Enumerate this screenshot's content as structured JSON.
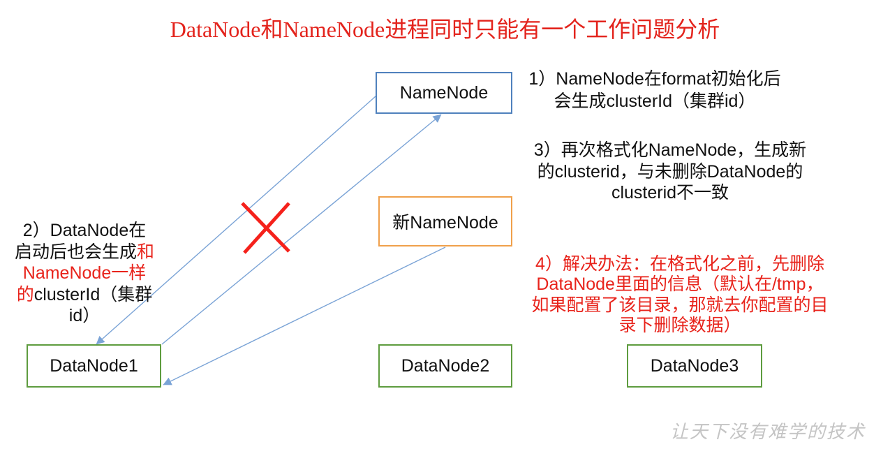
{
  "title": "DataNode和NameNode进程同时只能有一个工作问题分析",
  "nodes": {
    "namenode": "NameNode",
    "new_namenode": "新NameNode",
    "datanode1": "DataNode1",
    "datanode2": "DataNode2",
    "datanode3": "DataNode3"
  },
  "note1": {
    "lines": [
      "1）NameNode在format初始化后",
      "会生成clusterId（集群id）"
    ]
  },
  "note2": {
    "lines": [
      [
        "2）DataNode在"
      ],
      [
        "启动后也会生成",
        "和"
      ],
      [
        "NameNode一样"
      ],
      [
        "的",
        "clusterId（集群"
      ],
      [
        "id）"
      ]
    ]
  },
  "note3": {
    "lines": [
      "3）再次格式化NameNode，生成新",
      "的clusterid，与未删除DataNode的",
      "clusterid不一致"
    ]
  },
  "note4": {
    "lines": [
      "4）解决办法：在格式化之前，先删除",
      "DataNode里面的信息（默认在/tmp，",
      "如果配置了该目录，那就去你配置的目",
      "录下删除数据）"
    ]
  },
  "watermark": "让天下没有难学的技术",
  "icons": {
    "invalid_mark": "red-cross-icon",
    "connector": "arrow-icon"
  },
  "colors": {
    "title_red": "#e3231c",
    "highlight_red": "#e8231b",
    "namenode_border": "#4f81bd",
    "new_namenode_border": "#f0a04b",
    "datanode_border": "#5e9c3f",
    "arrow": "#7aa3d6",
    "cross": "#f5211b",
    "watermark": "#c4c4c4"
  }
}
